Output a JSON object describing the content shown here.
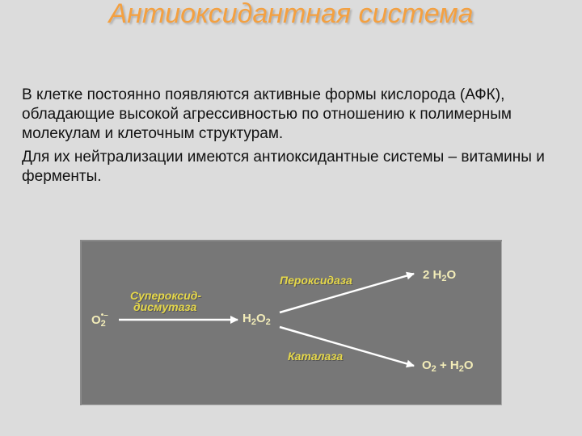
{
  "slide": {
    "title": "Антиоксидантная система",
    "paragraphs": [
      "В клетке постоянно появляются активные формы кислорода (АФК), обладающие высокой агрессивностью по отношению к полимерным молекулам и клеточным структурам.",
      "Для их нейтрализации имеются антиоксидантные системы – витамины и ферменты."
    ]
  },
  "colors": {
    "title": "#f4a040",
    "background": "#dcdcdc",
    "panel": "#777777",
    "enzyme_label": "#e6d84a",
    "chem_label": "#f2ecb8",
    "arrow": "#ffffff"
  },
  "diagram": {
    "substrate": {
      "main": "O",
      "sub": "2",
      "sup": "•–"
    },
    "enzyme1": {
      "line1": "Супероксид-",
      "line2": "дисмутаза"
    },
    "intermediate": {
      "p1": "H",
      "s1": "2",
      "p2": "O",
      "s2": "2"
    },
    "enzyme2": "Пероксидаза",
    "product1": {
      "p1": "2 H",
      "s1": "2",
      "p2": "O"
    },
    "enzyme3": "Каталаза",
    "product2": {
      "p1": "O",
      "s1": "2",
      "p2": " + H",
      "s2": "2",
      "p3": "O"
    }
  }
}
